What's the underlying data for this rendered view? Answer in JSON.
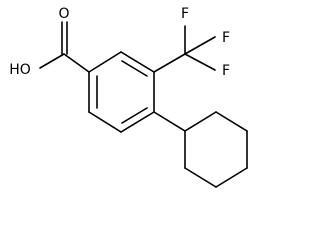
{
  "molecule": {
    "labels": {
      "carbonyl_oxygen": "O",
      "hydroxyl": "HO",
      "fluorine_1": "F",
      "fluorine_2": "F",
      "fluorine_3": "F"
    }
  }
}
